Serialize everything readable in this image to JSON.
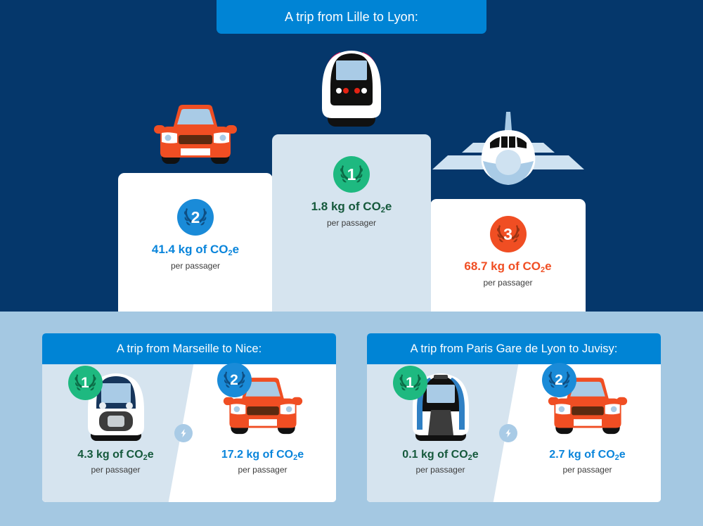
{
  "colors": {
    "background_outer": "#a4c8e2",
    "background_top": "#05376b",
    "header_blue": "#0084d5",
    "podium_first": "#d6e4ef",
    "podium_other": "#ffffff",
    "medal_gold": "#1eb980",
    "medal_silver": "#1a8bd8",
    "medal_bronze": "#f04e23",
    "value_green": "#15593c",
    "value_blue": "#0a85db",
    "value_orange": "#f04e23"
  },
  "main": {
    "title": "A trip from Lille to Lyon:",
    "podiums": [
      {
        "rank": "2",
        "vehicle": "car-icon",
        "medal_color": "#1a8bd8",
        "value": "41.4 kg of CO",
        "value_sub": "2",
        "value_suffix": "e",
        "caption": "per passager",
        "value_color": "#0a85db"
      },
      {
        "rank": "1",
        "vehicle": "tgv-train-icon",
        "medal_color": "#1eb980",
        "value": "1.8 kg of CO",
        "value_sub": "2",
        "value_suffix": "e",
        "caption": "per passager",
        "value_color": "#15593c"
      },
      {
        "rank": "3",
        "vehicle": "airplane-icon",
        "medal_color": "#f04e23",
        "value": "68.7 kg of CO",
        "value_sub": "2",
        "value_suffix": "e",
        "caption": "per passager",
        "value_color": "#f04e23"
      }
    ]
  },
  "panels": [
    {
      "title": "A trip from Marseille to Nice:",
      "divider_icon": "lightning-bolt-icon",
      "entries": [
        {
          "rank": "1",
          "vehicle": "ter-train-icon",
          "medal_color": "#1eb980",
          "value": "4.3 kg of CO",
          "value_sub": "2",
          "value_suffix": "e",
          "caption": "per passager",
          "value_color": "#15593c"
        },
        {
          "rank": "2",
          "vehicle": "car-icon",
          "medal_color": "#1a8bd8",
          "value": "17.2 kg of CO",
          "value_sub": "2",
          "value_suffix": "e",
          "caption": "per passager",
          "value_color": "#0a85db"
        }
      ]
    },
    {
      "title": "A trip from Paris Gare de Lyon to Juvisy:",
      "divider_icon": "lightning-bolt-icon",
      "entries": [
        {
          "rank": "1",
          "vehicle": "rer-train-icon",
          "medal_color": "#1eb980",
          "value": "0.1 kg of CO",
          "value_sub": "2",
          "value_suffix": "e",
          "caption": "per passager",
          "value_color": "#15593c"
        },
        {
          "rank": "2",
          "vehicle": "car-icon",
          "medal_color": "#1a8bd8",
          "value": "2.7 kg of CO",
          "value_sub": "2",
          "value_suffix": "e",
          "caption": "per passager",
          "value_color": "#0a85db"
        }
      ]
    }
  ],
  "chart_data": {
    "type": "bar",
    "title": "A trip from Lille to Lyon:",
    "categories": [
      "Car",
      "Train (TGV)",
      "Airplane"
    ],
    "values": [
      41.4,
      1.8,
      68.7
    ],
    "ranks": [
      2,
      1,
      3
    ],
    "unit": "kg of CO2e per passager",
    "xlabel": "",
    "ylabel": "kg of CO2e per passager"
  }
}
